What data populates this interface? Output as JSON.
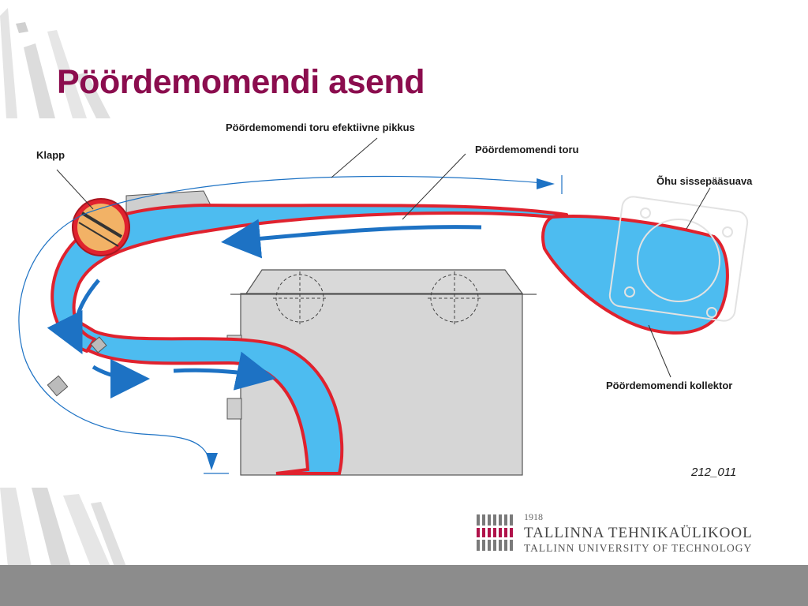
{
  "slide": {
    "title": "Pöördemomendi asend"
  },
  "diagram": {
    "labels": {
      "effective_length": "Pöördemomendi toru efektiivne pikkus",
      "flap": "Klapp",
      "torque_pipe": "Pöördemomendi toru",
      "air_intake": "Õhu sissepääsuava",
      "torque_collector": "Pöördemomendi kollektor"
    },
    "figure_code": "212_011",
    "colors": {
      "pipe_fill": "#4dbcf0",
      "pipe_wall": "#e0222e",
      "flow_arrow": "#1d72c4",
      "engine_body": "#d6d6d6",
      "flap": "#f2b266"
    }
  },
  "logo": {
    "year": "1918",
    "name": "TALLINNA TEHNIKAÜLIKOOL",
    "subtitle": "TALLINN UNIVERSITY OF TECHNOLOGY"
  }
}
